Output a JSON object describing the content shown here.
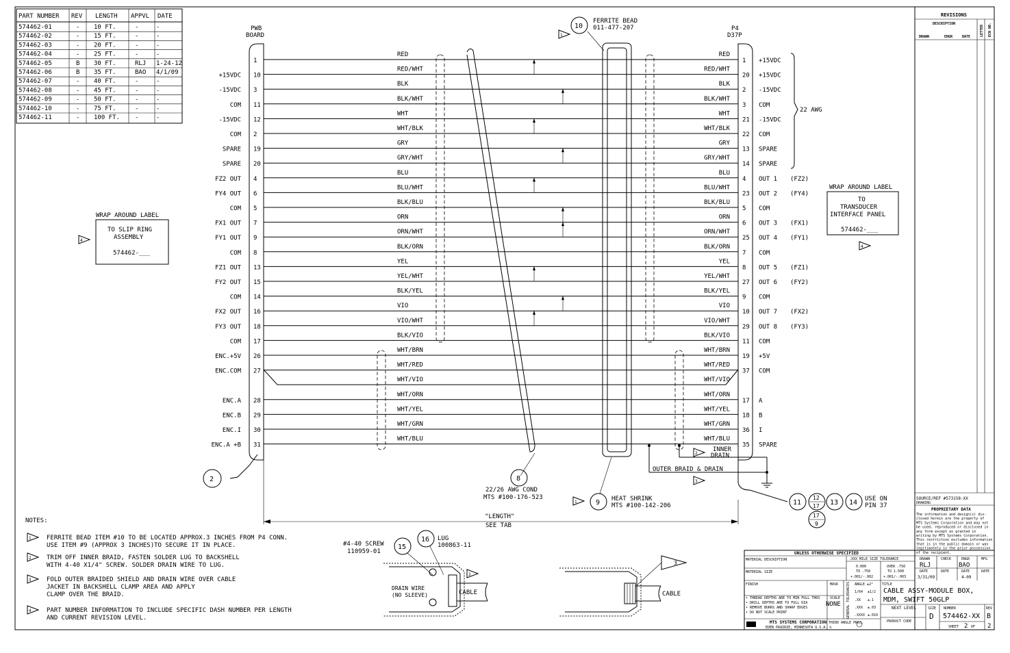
{
  "part_table": {
    "headers": [
      "PART NUMBER",
      "REV",
      "LENGTH",
      "APPVL",
      "DATE"
    ],
    "rows": [
      [
        "574462-01",
        "-",
        "10 FT.",
        "-",
        "-"
      ],
      [
        "574462-02",
        "-",
        "15 FT.",
        "-",
        "-"
      ],
      [
        "574462-03",
        "-",
        "20 FT.",
        "-",
        "-"
      ],
      [
        "574462-04",
        "-",
        "25 FT.",
        "-",
        "-"
      ],
      [
        "574462-05",
        "B",
        "30 FT.",
        "RLJ",
        "1-24-12"
      ],
      [
        "574462-06",
        "B",
        "35 FT.",
        "BAO",
        "4/1/09"
      ],
      [
        "574462-07",
        "-",
        "40 FT.",
        "-",
        "-"
      ],
      [
        "574462-08",
        "-",
        "45 FT.",
        "-",
        "-"
      ],
      [
        "574462-09",
        "-",
        "50 FT.",
        "-",
        "-"
      ],
      [
        "574462-10",
        "-",
        "75 FT.",
        "-",
        "-"
      ],
      [
        "574462-11",
        "-",
        "100 FT.",
        "-",
        "-"
      ]
    ]
  },
  "left_connector": {
    "title1": "PWB",
    "title2": "BOARD"
  },
  "right_connector": {
    "title1": "P4",
    "title2": "D37P"
  },
  "wires": [
    {
      "lsig": "",
      "lpin": "1",
      "color": "RED",
      "rpin": "1",
      "rsig": "+15VDC",
      "extra": ""
    },
    {
      "lsig": "+15VDC",
      "lpin": "10",
      "color": "RED/WHT",
      "rpin": "20",
      "rsig": "+15VDC",
      "extra": ""
    },
    {
      "lsig": "-15VDC",
      "lpin": "3",
      "color": "BLK",
      "rpin": "2",
      "rsig": "-15VDC",
      "extra": ""
    },
    {
      "lsig": "COM",
      "lpin": "11",
      "color": "BLK/WHT",
      "rpin": "3",
      "rsig": "COM",
      "extra": ""
    },
    {
      "lsig": "-15VDC",
      "lpin": "12",
      "color": "WHT",
      "rpin": "21",
      "rsig": "-15VDC",
      "extra": ""
    },
    {
      "lsig": "COM",
      "lpin": "2",
      "color": "WHT/BLK",
      "rpin": "22",
      "rsig": "COM",
      "extra": ""
    },
    {
      "lsig": "SPARE",
      "lpin": "19",
      "color": "GRY",
      "rpin": "13",
      "rsig": "SPARE",
      "extra": ""
    },
    {
      "lsig": "SPARE",
      "lpin": "20",
      "color": "GRY/WHT",
      "rpin": "14",
      "rsig": "SPARE",
      "extra": ""
    },
    {
      "lsig": "FZ2 OUT",
      "lpin": "4",
      "color": "BLU",
      "rpin": "4",
      "rsig": "OUT 1",
      "extra": "(FZ2)"
    },
    {
      "lsig": "FY4 OUT",
      "lpin": "6",
      "color": "BLU/WHT",
      "rpin": "23",
      "rsig": "OUT 2",
      "extra": "(FY4)"
    },
    {
      "lsig": "COM",
      "lpin": "5",
      "color": "BLK/BLU",
      "rpin": "5",
      "rsig": "COM",
      "extra": ""
    },
    {
      "lsig": "FX1 OUT",
      "lpin": "7",
      "color": "ORN",
      "rpin": "6",
      "rsig": "OUT 3",
      "extra": "(FX1)"
    },
    {
      "lsig": "FY1 OUT",
      "lpin": "9",
      "color": "ORN/WHT",
      "rpin": "25",
      "rsig": "OUT 4",
      "extra": "(FY1)"
    },
    {
      "lsig": "COM",
      "lpin": "8",
      "color": "BLK/ORN",
      "rpin": "7",
      "rsig": "COM",
      "extra": ""
    },
    {
      "lsig": "FZ1 OUT",
      "lpin": "13",
      "color": "YEL",
      "rpin": "8",
      "rsig": "OUT 5",
      "extra": "(FZ1)"
    },
    {
      "lsig": "FY2 OUT",
      "lpin": "15",
      "color": "YEL/WHT",
      "rpin": "27",
      "rsig": "OUT 6",
      "extra": "(FY2)"
    },
    {
      "lsig": "COM",
      "lpin": "14",
      "color": "BLK/YEL",
      "rpin": "9",
      "rsig": "COM",
      "extra": ""
    },
    {
      "lsig": "FX2 OUT",
      "lpin": "16",
      "color": "VIO",
      "rpin": "10",
      "rsig": "OUT 7",
      "extra": "(FX2)"
    },
    {
      "lsig": "FY3 OUT",
      "lpin": "18",
      "color": "VIO/WHT",
      "rpin": "29",
      "rsig": "OUT 8",
      "extra": "(FY3)"
    },
    {
      "lsig": "COM",
      "lpin": "17",
      "color": "BLK/VIO",
      "rpin": "11",
      "rsig": "COM",
      "extra": ""
    },
    {
      "lsig": "ENC.+5V",
      "lpin": "26",
      "color": "WHT/BRN",
      "rpin": "19",
      "rsig": "+5V",
      "extra": ""
    },
    {
      "lsig": "ENC.COM",
      "lpin": "27",
      "color": "WHT/RED",
      "rpin": "37",
      "rsig": "COM",
      "extra": ""
    },
    {
      "lsig": "",
      "lpin": "",
      "color": "WHT/VIO",
      "rpin": "",
      "rsig": "",
      "extra": ""
    },
    {
      "lsig": "ENC.A",
      "lpin": "28",
      "color": "WHT/ORN",
      "rpin": "17",
      "rsig": "A",
      "extra": ""
    },
    {
      "lsig": "ENC.B",
      "lpin": "29",
      "color": "WHT/YEL",
      "rpin": "18",
      "rsig": "B",
      "extra": ""
    },
    {
      "lsig": "ENC.I",
      "lpin": "30",
      "color": "WHT/GRN",
      "rpin": "36",
      "rsig": "I",
      "extra": ""
    },
    {
      "lsig": "ENC.A +B",
      "lpin": "31",
      "color": "WHT/BLU",
      "rpin": "35",
      "rsig": "SPARE",
      "extra": ""
    }
  ],
  "awg_label": "22 AWG",
  "ferrite": {
    "num": "10",
    "line1": "FERRITE BEAD",
    "line2": "011-477-207"
  },
  "cond": {
    "num": "8",
    "line1": "22/26 AWG COND",
    "line2": "MTS #100-176-523"
  },
  "heat_shrink": {
    "num": "9",
    "line1": "HEAT SHRINK",
    "line2": "MTS #100-142-206"
  },
  "balloon_2": "2",
  "inner_drain": {
    "line1": "INNER",
    "line2": "DRAIN"
  },
  "outer_braid": "OUTER BRAID & DRAIN",
  "use_pin": {
    "b11": "11",
    "b12": "12",
    "b17": "17",
    "b13": "13",
    "b14": "14",
    "b9": "9",
    "line1": "USE ON",
    "line2": "PIN 37"
  },
  "length_label": {
    "line1": "\"LENGTH\"",
    "line2": "SEE TAB"
  },
  "left_label": {
    "title": "WRAP AROUND LABEL",
    "line1": "TO SLIP RING",
    "line2": "ASSEMBLY",
    "line3": "574462-___"
  },
  "right_label": {
    "title": "WRAP AROUND LABEL",
    "line1": "TO",
    "line2": "TRANSDUCER",
    "line3": "INTERFACE PANEL",
    "line4": "574462-___"
  },
  "notes": {
    "heading": "NOTES:",
    "n1a": "FERRITE BEAD ITEM #10 TO BE LOCATED APPROX.3 INCHES FROM P4 CONN.",
    "n1b": "USE ITEM #9 (APPROX 3 INCHES)TO SECURE IT IN PLACE.",
    "n2a": "TRIM OFF INNER BRAID, FASTEN SOLDER LUG TO BACKSHELL",
    "n2b": "WITH 4-40 X1/4\" SCREW. SOLDER DRAIN WIRE TO LUG.",
    "n3a": "FOLD OUTER BRAIDED SHIELD AND DRAIN WIRE OVER CABLE",
    "n3b": "JACKET IN BACKSHELL CLAMP AREA AND APPLY",
    "n3c": "CLAMP OVER THE BRAID.",
    "n4a": "PART NUMBER INFORMATION TO INCLUDE SPECIFIC DASH NUMBER PER LENGTH",
    "n4b": "AND CURRENT REVISION LEVEL."
  },
  "detail": {
    "screw1": "#4-40 SCREW",
    "screw2": "110959-01",
    "b15": "15",
    "b16": "16",
    "lug1": "LUG",
    "lug2": "100863-11",
    "drain1": "DRAIN WIRE",
    "drain2": "(NO SLEEVE)",
    "cable": "CABLE",
    "cable2": "CABLE"
  },
  "revisions": {
    "title": "REVISIONS",
    "desc": "DESCRIPTION",
    "letter": "LETTER",
    "ecn": "ECN NO.",
    "drawn": "DRAWN",
    "engr": "ENGR",
    "date": "DATE"
  },
  "proprietary": {
    "src": "SOURCE/REF #573158-XX",
    "drawing": "DRAWING",
    "title": "PROPRIETARY DATA",
    "body": [
      "The information and design(s) dis-",
      "closed herein are the property of",
      "MTS Systems Corporation and may not",
      "be used, reproduced or disclosed in",
      "any form except as granted in",
      "writing by MTS Systems Corporation.",
      "This restriction excludes information",
      "that is in the public domain or was",
      "legitimately in the prior possession",
      "of the recipient."
    ]
  },
  "title_block": {
    "unless": "UNLESS OTHERWISE SPECIFIED",
    "mat_desc": "MATERIAL DESCRIPTION",
    "mat_size": "MATERIAL SIZE",
    "finish": "FINISH",
    "tol_head": ".XXX MILE SIZE TOLERANCE",
    "tol1": "0.000",
    "tol2": "TO .750",
    "tol3": "+.001/-.002",
    "tol4": "OVER .750",
    "tol5": "TO 1.500",
    "tol6": "+.001/-.003",
    "drawn_l": "DRAWN",
    "drawn_v": "RLJ",
    "check_l": "CHECK",
    "engr_l": "ENGR",
    "engr_v": "BAO",
    "mfg_l": "MFG",
    "date_l": "DATE",
    "date_v": "3/31/09",
    "date2_l": "DATE",
    "date3_l": "DATE",
    "date3_v": "4-09",
    "date4_l": "DATE",
    "mask": "MASK",
    "angle": "ANGLE ±2°",
    "scale_l": "SCALE",
    "scale_v": "NONE",
    "mach": "MACHINED SURFACES",
    "thread": "• THREAD DEPTHS ARE TO MIN FULL THDS",
    "drill": "• DRILL DEPTHS ARE TO FULL DIA",
    "burrs": "• REMOVE BURRS AND SHARP EDGES",
    "noscale": "• DO NOT SCALE PRINT",
    "gentol": "GENERAL TOLERANCES",
    "xx": ".XX",
    "xxx": ".XXX",
    "xxxx": ".XXXX",
    "v1": "±.1",
    "v2": "±.03",
    "v3": "±.010",
    "f1": "1/64",
    "f2": "±1/2",
    "company": "MTS SYSTEMS CORPORATION",
    "city": "EDEN PRAIRIE, MINNESOTA U.S.A. ©",
    "third": "THIRD ANGLE PROJ.",
    "title_l": "TITLE",
    "title1": "CABLE ASSY-MODULE BOX,",
    "title2": "MDM, SWIFT 50GLP",
    "next": "NEXT LEVEL",
    "prod": "PRODUCT CODE",
    "size_l": "SIZE",
    "size_v": "D",
    "num_l": "NUMBER",
    "num_v": "574462-XX",
    "rev_l": "REV",
    "rev_v": "B",
    "sheet": "SHEET",
    "sheet_n": "2",
    "of": "OF",
    "sheet_t": "2"
  },
  "flags": {
    "f1": "1",
    "f2": "2",
    "f3": "3",
    "f4": "4"
  }
}
